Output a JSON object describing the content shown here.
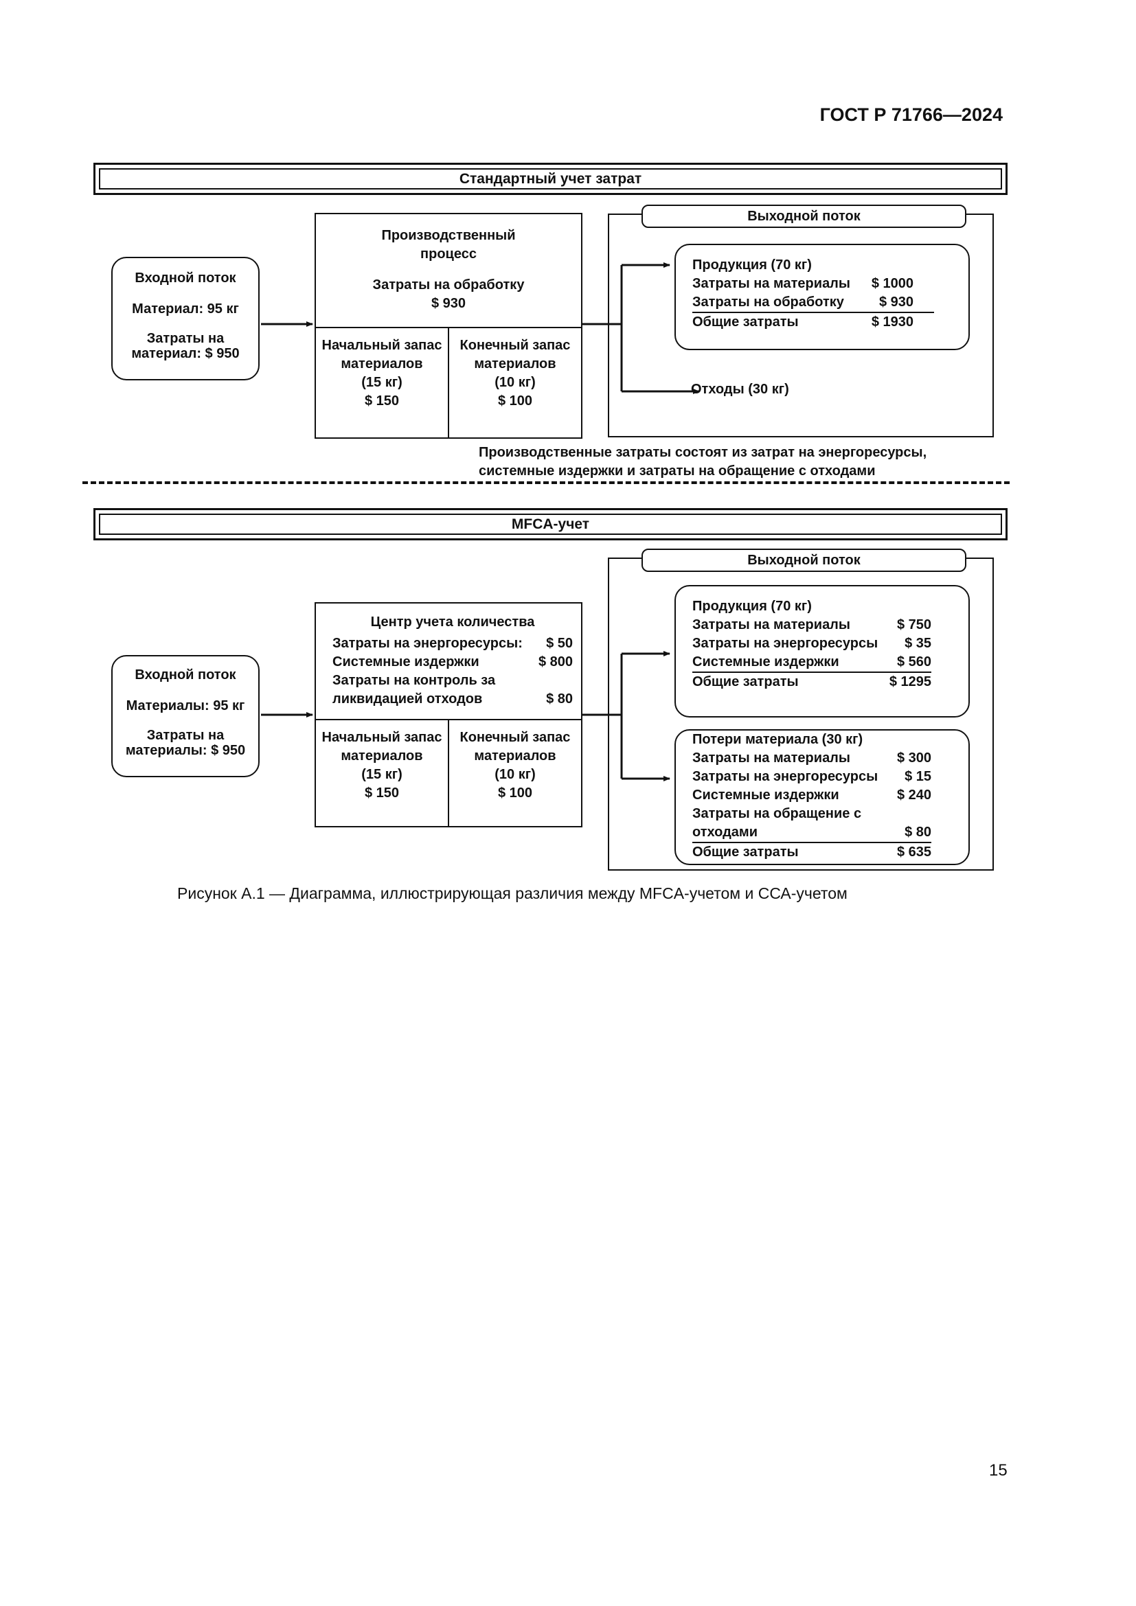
{
  "header": {
    "doc_code": "ГОСТ Р 71766—2024"
  },
  "standard": {
    "banner": "Стандартный учет затрат",
    "input": {
      "title": "Входной поток",
      "material": "Материал: 95 кг",
      "cost_line1": "Затраты на",
      "cost_line2": "материал: $ 950"
    },
    "process": {
      "title_line1": "Производственный",
      "title_line2": "процесс",
      "cost_label": "Затраты на обработку",
      "cost_value": "$ 930",
      "start_stock": [
        "Начальный запас",
        "материалов",
        "(15 кг)",
        "$ 150"
      ],
      "end_stock": [
        "Конечный запас",
        "материалов",
        "(10 кг)",
        "$ 100"
      ]
    },
    "output_tab": "Выходной поток",
    "product": {
      "title": "Продукция (70 кг)",
      "rows": [
        {
          "label": "Затраты на материалы",
          "value": "$ 1000"
        },
        {
          "label": "Затраты на обработку",
          "value": "$ 930"
        },
        {
          "label": "Общие затраты",
          "value": "$ 1930"
        }
      ]
    },
    "waste": "Отходы (30 кг)",
    "note_line1": "Производственные затраты состоят из затрат на энергоресурсы,",
    "note_line2": "системные издержки и затраты на обращение с отходами"
  },
  "mfca": {
    "banner": "MFCA-учет",
    "input": {
      "title": "Входной поток",
      "material": "Материалы: 95 кг",
      "cost_line1": "Затраты на",
      "cost_line2": "материалы: $ 950"
    },
    "center": {
      "title": "Центр учета количества",
      "rows": [
        {
          "label": "Затраты на энергоресурсы:",
          "value": "$ 50"
        },
        {
          "label": "Системные издержки",
          "value": "$ 800"
        },
        {
          "label": "Затраты на контроль за",
          "value": ""
        },
        {
          "label": "ликвидацией отходов",
          "value": "$ 80"
        }
      ],
      "start_stock": [
        "Начальный запас",
        "материалов",
        "(15 кг)",
        "$ 150"
      ],
      "end_stock": [
        "Конечный запас",
        "материалов",
        "(10 кг)",
        "$ 100"
      ]
    },
    "output_tab": "Выходной поток",
    "product": {
      "title": "Продукция (70 кг)",
      "rows": [
        {
          "label": "Затраты на материалы",
          "value": "$ 750"
        },
        {
          "label": "Затраты на энергоресурсы",
          "value": "$ 35"
        },
        {
          "label": "Системные издержки",
          "value": "$ 560"
        },
        {
          "label": "Общие затраты",
          "value": "$ 1295"
        }
      ]
    },
    "loss": {
      "title": "Потери материала (30 кг)",
      "rows": [
        {
          "label": "Затраты на материалы",
          "value": "$ 300"
        },
        {
          "label": "Затраты на энергоресурсы",
          "value": "$ 15"
        },
        {
          "label": "Системные издержки",
          "value": "$ 240"
        },
        {
          "label": "Затраты на обращение с",
          "value": ""
        },
        {
          "label": "отходами",
          "value": "$ 80"
        },
        {
          "label": "Общие затраты",
          "value": "$ 635"
        }
      ]
    }
  },
  "caption": "Рисунок А.1  — Диаграмма, иллюстрирующая различия между MFCA-учетом и ССА-учетом",
  "page_number": "15"
}
